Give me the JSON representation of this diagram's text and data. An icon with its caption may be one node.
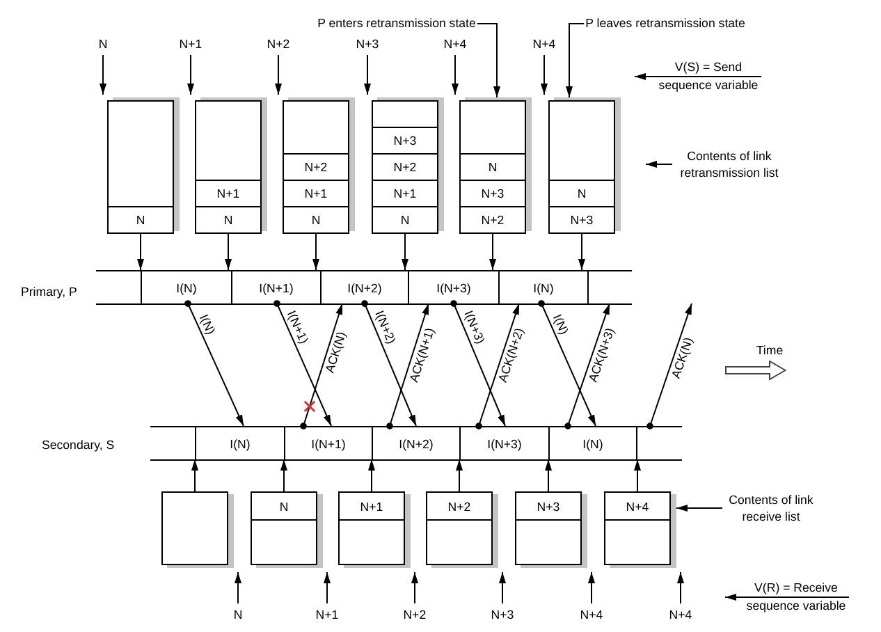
{
  "diagram": {
    "nodes": [
      {
        "text": [
          "P enters retransmission state"
        ]
      },
      {
        "text": [
          "P leaves retransmission state"
        ]
      },
      {
        "text": [
          "N"
        ]
      },
      {
        "text": [
          "N+1"
        ]
      },
      {
        "text": [
          "N+2"
        ]
      },
      {
        "text": [
          "N+3"
        ]
      },
      {
        "text": [
          "N+4"
        ]
      },
      {
        "text": [
          "N+4"
        ]
      },
      {
        "text": [
          "V(S) = Send sequence variable"
        ]
      },
      {
        "text": [],
        "shape": "box"
      },
      {
        "text": [],
        "shape": "box",
        "in": 9
      },
      {
        "text": [
          "N"
        ],
        "in": 9
      },
      {
        "text": [],
        "shape": "box"
      },
      {
        "text": [],
        "shape": "box",
        "in": 12
      },
      {
        "text": [
          "N+1"
        ],
        "in": 12
      },
      {
        "text": [
          "N"
        ],
        "in": 12
      },
      {
        "text": [],
        "shape": "box"
      },
      {
        "text": [],
        "shape": "box",
        "in": 16
      },
      {
        "text": [
          "N+2"
        ],
        "in": 16
      },
      {
        "text": [
          "N+1"
        ],
        "in": 16
      },
      {
        "text": [
          "N"
        ],
        "in": 16
      },
      {
        "text": [],
        "shape": "box"
      },
      {
        "text": [],
        "shape": "box",
        "in": 21
      },
      {
        "text": [
          "N+3"
        ],
        "in": 21
      },
      {
        "text": [
          "N+2"
        ],
        "in": 21
      },
      {
        "text": [
          "N+1"
        ],
        "in": 21
      },
      {
        "text": [
          "N"
        ],
        "in": 21
      },
      {
        "text": [],
        "shape": "box"
      },
      {
        "text": [],
        "shape": "box",
        "in": 27
      },
      {
        "text": [
          "N"
        ],
        "in": 27
      },
      {
        "text": [
          "N+3"
        ],
        "in": 27
      },
      {
        "text": [
          "N+2"
        ],
        "in": 27
      },
      {
        "text": [],
        "shape": "box"
      },
      {
        "text": [],
        "shape": "box",
        "in": 32
      },
      {
        "text": [
          "N"
        ],
        "in": 32
      },
      {
        "text": [
          "N+3"
        ],
        "in": 32
      },
      {
        "text": [
          "Contents of link retransmission list"
        ]
      },
      {
        "text": [
          "Primary, P"
        ]
      },
      {
        "text": [
          "I(N)"
        ],
        "in": 37
      },
      {
        "text": [
          "I(N+1)"
        ],
        "in": 37
      },
      {
        "text": [
          "I(N+2)"
        ],
        "in": 37
      },
      {
        "text": [
          "I(N+3)"
        ],
        "in": 37
      },
      {
        "text": [
          "I(N)"
        ],
        "in": 37
      },
      {
        "text": [
          "Secondary, S"
        ]
      },
      {
        "text": [
          "I(N)"
        ],
        "in": 43
      },
      {
        "text": [
          "I(N+1)"
        ],
        "in": 43
      },
      {
        "text": [
          "I(N+2)"
        ],
        "in": 43
      },
      {
        "text": [
          "I(N+3)"
        ],
        "in": 43
      },
      {
        "text": [
          "I(N)"
        ],
        "in": 43
      },
      {
        "text": [],
        "shape": "box"
      },
      {
        "text": [],
        "shape": "box"
      },
      {
        "text": [
          "N"
        ],
        "in": 50
      },
      {
        "text": [],
        "shape": "box",
        "in": 50
      },
      {
        "text": [],
        "shape": "box"
      },
      {
        "text": [
          "N+1"
        ],
        "in": 53
      },
      {
        "text": [],
        "shape": "box",
        "in": 53
      },
      {
        "text": [],
        "shape": "box"
      },
      {
        "text": [
          "N+2"
        ],
        "in": 56
      },
      {
        "text": [],
        "shape": "box",
        "in": 56
      },
      {
        "text": [],
        "shape": "box"
      },
      {
        "text": [
          "N+3"
        ],
        "in": 59
      },
      {
        "text": [],
        "shape": "box",
        "in": 59
      },
      {
        "text": [],
        "shape": "box"
      },
      {
        "text": [
          "N+4"
        ],
        "in": 62
      },
      {
        "text": [],
        "shape": "box",
        "in": 62
      },
      {
        "text": [
          "Contents of link receive list"
        ]
      },
      {
        "text": [
          "N"
        ]
      },
      {
        "text": [
          "N+1"
        ]
      },
      {
        "text": [
          "N+2"
        ]
      },
      {
        "text": [
          "N+3"
        ]
      },
      {
        "text": [
          "N+4"
        ]
      },
      {
        "text": [
          "N+4"
        ]
      },
      {
        "text": [
          "V(R) = Receive sequence variable"
        ]
      }
    ],
    "edges": [
      {
        "from": 0,
        "to": 27,
        "arrow": "to"
      },
      {
        "from": 1,
        "to": 32,
        "arrow": "to"
      },
      {
        "from": 2,
        "to": 9,
        "arrow": "to"
      },
      {
        "from": 3,
        "to": 12,
        "arrow": "to"
      },
      {
        "from": 4,
        "to": 16,
        "arrow": "to"
      },
      {
        "from": 5,
        "to": 21,
        "arrow": "to"
      },
      {
        "from": 6,
        "to": 27,
        "arrow": "to"
      },
      {
        "from": 7,
        "to": 32,
        "arrow": "to"
      },
      {
        "from": 8,
        "to": null,
        "arrow": "to"
      },
      {
        "from": 9,
        "to": 37,
        "arrow": "to"
      },
      {
        "from": 12,
        "to": 37,
        "arrow": "to"
      },
      {
        "from": 16,
        "to": 37,
        "arrow": "to"
      },
      {
        "from": 21,
        "to": 37,
        "arrow": "to"
      },
      {
        "from": 27,
        "to": 37,
        "arrow": "to"
      },
      {
        "from": 32,
        "to": 37,
        "arrow": "to"
      },
      {
        "from": 36,
        "to": null,
        "arrow": "to"
      },
      {
        "from": 38,
        "to": 44,
        "arrow": "to",
        "label": "I(N)"
      },
      {
        "from": 39,
        "to": 45,
        "arrow": "to",
        "label": "I(N+1)"
      },
      {
        "from": 45,
        "to": 40,
        "arrow": "to",
        "label": "ACK(N)"
      },
      {
        "from": 40,
        "to": 46,
        "arrow": "to",
        "label": "I(N+2)"
      },
      {
        "from": 46,
        "to": 41,
        "arrow": "to",
        "label": "ACK(N+1)"
      },
      {
        "from": 41,
        "to": 47,
        "arrow": "to",
        "label": "I(N+3)"
      },
      {
        "from": 47,
        "to": 42,
        "arrow": "to",
        "label": "ACK(N+2)"
      },
      {
        "from": 42,
        "to": 48,
        "arrow": "to",
        "label": "I(N)"
      },
      {
        "from": 48,
        "to": 37,
        "arrow": "to",
        "label": "ACK(N+3)"
      },
      {
        "from": 43,
        "to": null,
        "arrow": "to",
        "label": "ACK(N)"
      },
      {
        "from": 49,
        "to": 43,
        "arrow": "to"
      },
      {
        "from": 50,
        "to": 43,
        "arrow": "to"
      },
      {
        "from": 53,
        "to": 43,
        "arrow": "to"
      },
      {
        "from": 56,
        "to": 43,
        "arrow": "to"
      },
      {
        "from": 59,
        "to": 43,
        "arrow": "to"
      },
      {
        "from": 62,
        "to": 43,
        "arrow": "to"
      },
      {
        "from": 65,
        "to": 63,
        "arrow": "to"
      },
      {
        "from": 66,
        "to": 49,
        "arrow": "to"
      },
      {
        "from": 67,
        "to": 50,
        "arrow": "to"
      },
      {
        "from": 68,
        "to": 53,
        "arrow": "to"
      },
      {
        "from": 69,
        "to": 56,
        "arrow": "to"
      },
      {
        "from": 70,
        "to": 59,
        "arrow": "to"
      },
      {
        "from": 71,
        "to": 62,
        "arrow": "to"
      },
      {
        "from": 72,
        "to": null,
        "arrow": "to"
      }
    ],
    "labels": [
      "Time"
    ]
  }
}
